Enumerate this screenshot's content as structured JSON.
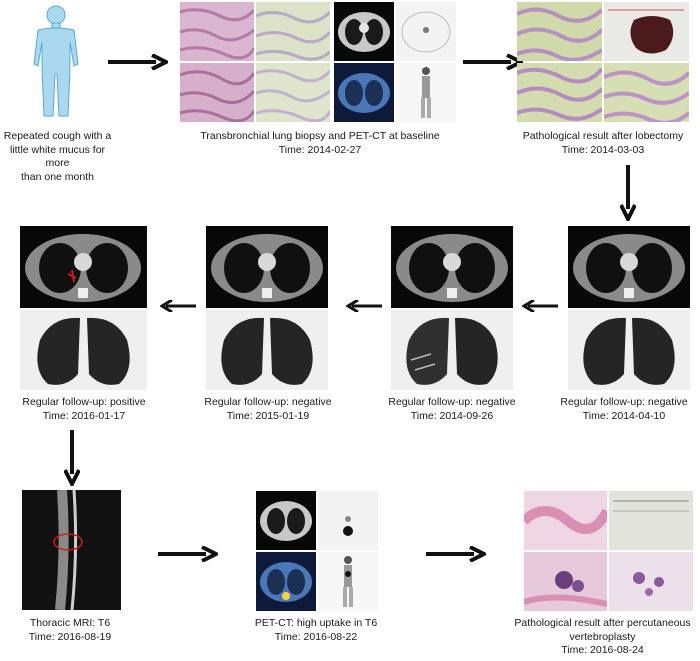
{
  "steps": {
    "s1": {
      "caption": [
        "Repeated cough with a",
        "little white mucus for more",
        "than one month"
      ]
    },
    "s2": {
      "caption": "Transbronchial lung biopsy and PET-CT at baseline",
      "time": "Time: 2014-02-27"
    },
    "s3": {
      "caption": "Pathological result after lobectomy",
      "time": "Time: 2014-03-03"
    },
    "s4": {
      "caption": "Regular follow-up: negative",
      "time": "Time: 2014-04-10"
    },
    "s5": {
      "caption": "Regular follow-up: negative",
      "time": "Time: 2014-09-26"
    },
    "s6": {
      "caption": "Regular follow-up: negative",
      "time": "Time: 2015-01-19"
    },
    "s7": {
      "caption": "Regular follow-up: positive",
      "time": "Time: 2016-01-17"
    },
    "s8": {
      "caption": "Thoracic MRI: T6",
      "time": "Time: 2016-08-19"
    },
    "s9": {
      "caption": "PET-CT: high uptake in T6",
      "time": "Time: 2016-08-22"
    },
    "s10": {
      "caption": [
        "Pathological result after percutaneous",
        "vertebroplasty"
      ],
      "time": "Time: 2016-08-24"
    }
  },
  "colors": {
    "body_fill": "#a9d8ef",
    "body_stroke": "#5aa8cf",
    "he_pink": "#d8a9c6",
    "he_green": "#c9d9a8",
    "petct_blue": "#4a77b8",
    "highlight_red": "#d11a1a",
    "arrow": "#111111"
  }
}
